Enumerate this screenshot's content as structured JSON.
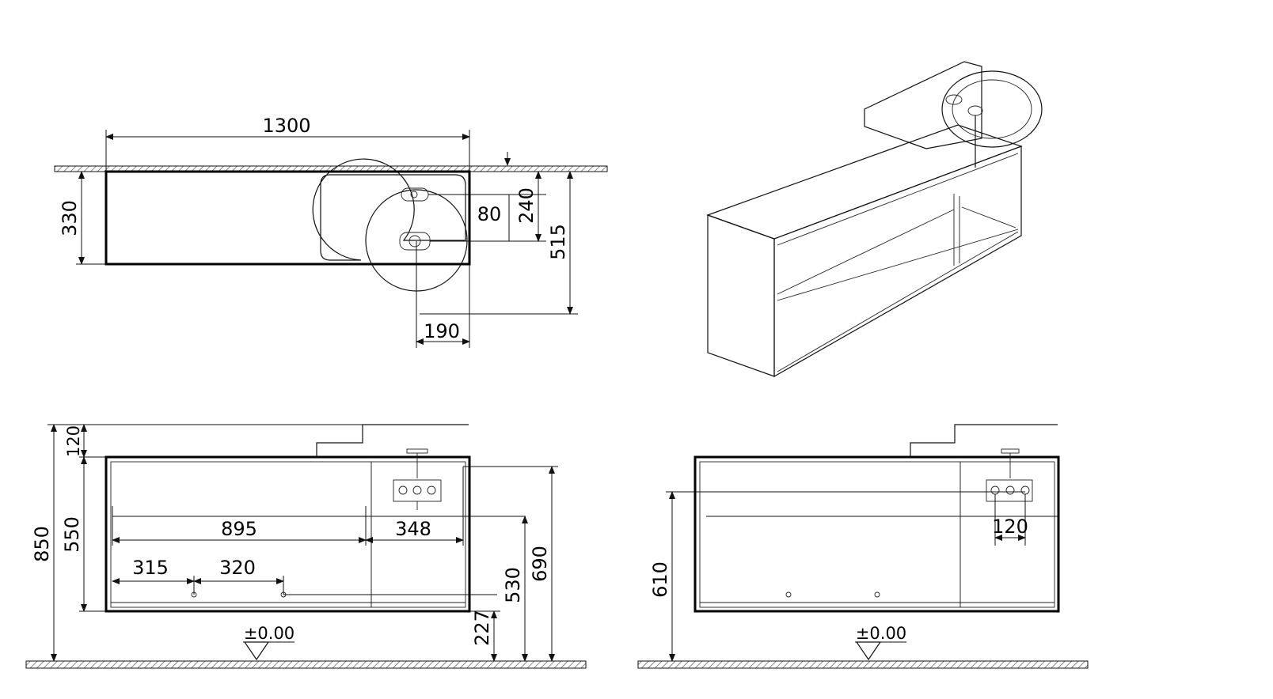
{
  "top_view": {
    "width_label": "1300",
    "depth_label": "330",
    "tap_offset_label": "80",
    "tap_to_wall_label": "240",
    "total_depth_label": "515",
    "basin_offset_label": "190"
  },
  "front_view": {
    "total_height_label": "850",
    "basin_rise_label": "120",
    "cabinet_height_label": "550",
    "drawer_width_label": "895",
    "shelf_width_label": "348",
    "mount_left_label": "315",
    "mount_spacing_label": "320",
    "drain_height_label": "530",
    "top_height_label": "690",
    "floor_clearance_label": "227",
    "floor_level_label": "±0.00"
  },
  "side_view": {
    "height_label": "610",
    "tap_spacing_label": "120",
    "floor_level_label": "±0.00"
  }
}
